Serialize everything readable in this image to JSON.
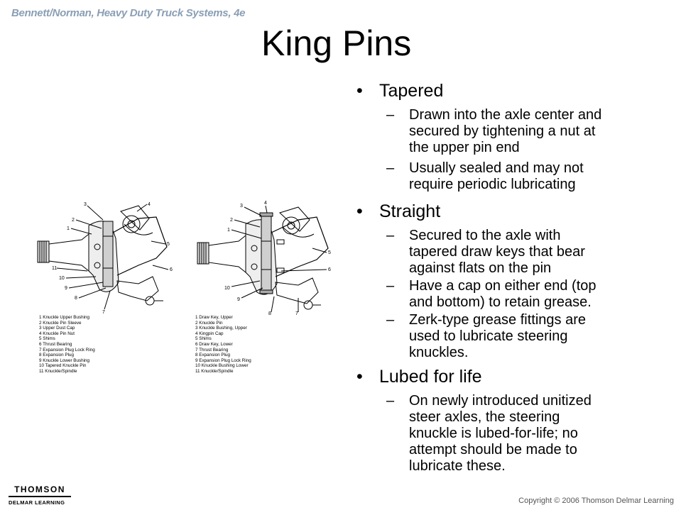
{
  "header": {
    "book": "Bennett/Norman, Heavy Duty Truck Systems, 4e"
  },
  "title": "King Pins",
  "bullets": [
    {
      "label": "Tapered",
      "subs": [
        [
          "Drawn into the axle center and",
          "secured by tightening a nut at",
          "the upper pin end"
        ],
        [
          "Usually sealed and may not",
          "require periodic lubricating"
        ]
      ]
    },
    {
      "label": "Straight",
      "subs": [
        [
          "Secured to the axle with",
          "tapered draw keys that bear",
          "against flats on the pin"
        ],
        [
          "Have a cap on either end (top",
          "and bottom) to retain grease."
        ],
        [
          "Zerk-type grease fittings are",
          "used to lubricate steering",
          "knuckles."
        ]
      ]
    },
    {
      "label": "Lubed for life",
      "subs": [
        [
          "On newly introduced unitized",
          "steer axles, the steering",
          "knuckle is lubed-for-life; no",
          "attempt should be made to",
          "lubricate these."
        ]
      ]
    }
  ],
  "figure_left": {
    "callouts": [
      "3",
      "4",
      "2",
      "1",
      "5",
      "11",
      "10",
      "9",
      "8",
      "7",
      "6"
    ],
    "legend": [
      "1 Knuckle Upper Bushing",
      "2 Knuckle Pin Sleeve",
      "3 Upper Dust Cap",
      "4 Knuckle Pin Nut",
      "5 Shims",
      "6 Thrust Bearing",
      "7 Expansion Plug Lock Ring",
      "8 Expansion Plug",
      "9 Knuckle Lower Bushing",
      "10 Tapered Knuckle Pin",
      "11 Knuckle/Spindle"
    ]
  },
  "figure_right": {
    "callouts": [
      "3",
      "4",
      "2",
      "1",
      "5",
      "6",
      "10",
      "9",
      "8",
      "7"
    ],
    "legend": [
      "1 Draw Key, Upper",
      "2 Knuckle Pin",
      "3 Knuckle Bushing, Upper",
      "4 Kingpin Cap",
      "5 Shims",
      "6 Draw Key, Lower",
      "7 Thrust Bearing",
      "8 Expansion Plug",
      "9 Expansion Plug Lock Ring",
      "10 Knuckle Bushing Lower",
      "11 Knuckle/Spindle"
    ]
  },
  "footer": {
    "logo_top": "THOMSON",
    "logo_bottom": "DELMAR LEARNING",
    "copyright": "Copyright © 2006 Thomson Delmar Learning"
  }
}
